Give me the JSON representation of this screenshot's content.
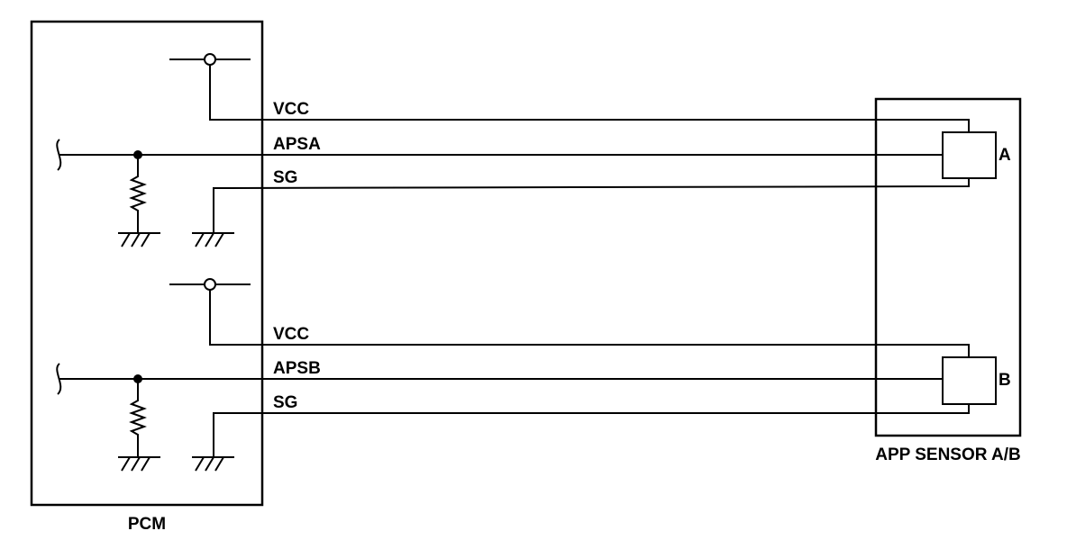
{
  "pcm": {
    "label": "PCM"
  },
  "sensor_module": {
    "label": "APP SENSOR A/B"
  },
  "circuit_a": {
    "sensor_label": "A",
    "wires": {
      "vcc": "VCC",
      "signal": "APSA",
      "ground": "SG"
    }
  },
  "circuit_b": {
    "sensor_label": "B",
    "wires": {
      "vcc": "VCC",
      "signal": "APSB",
      "ground": "SG"
    }
  },
  "colors": {
    "line": "#000000",
    "background": "#ffffff"
  }
}
